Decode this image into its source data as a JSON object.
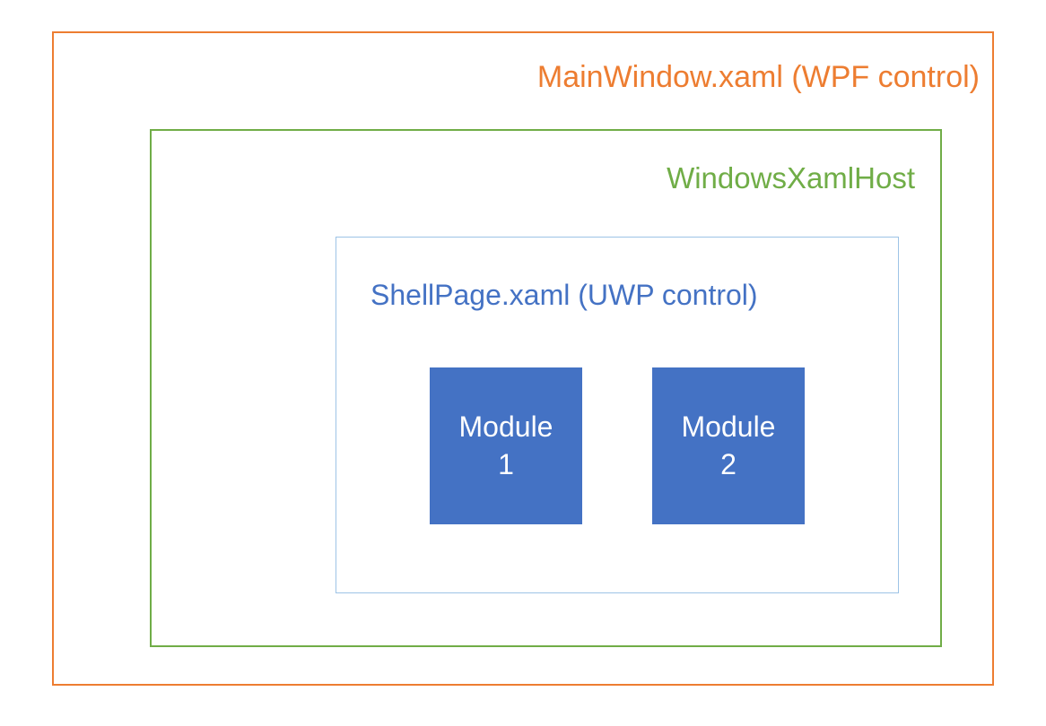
{
  "colors": {
    "background": "#FFFFFF",
    "orange": "#ED7D31",
    "green": "#70AD47",
    "blue": "#4472C4",
    "shellBorder": "#9DC3E6",
    "moduleText": "#FFFFFF"
  },
  "diagram": {
    "outer": {
      "label": "MainWindow.xaml (WPF control)"
    },
    "host": {
      "label": "WindowsXamlHost"
    },
    "shell": {
      "label": "ShellPage.xaml (UWP control)"
    },
    "modules": [
      {
        "lines": [
          "Module",
          "1"
        ]
      },
      {
        "lines": [
          "Module",
          "2"
        ]
      }
    ]
  }
}
